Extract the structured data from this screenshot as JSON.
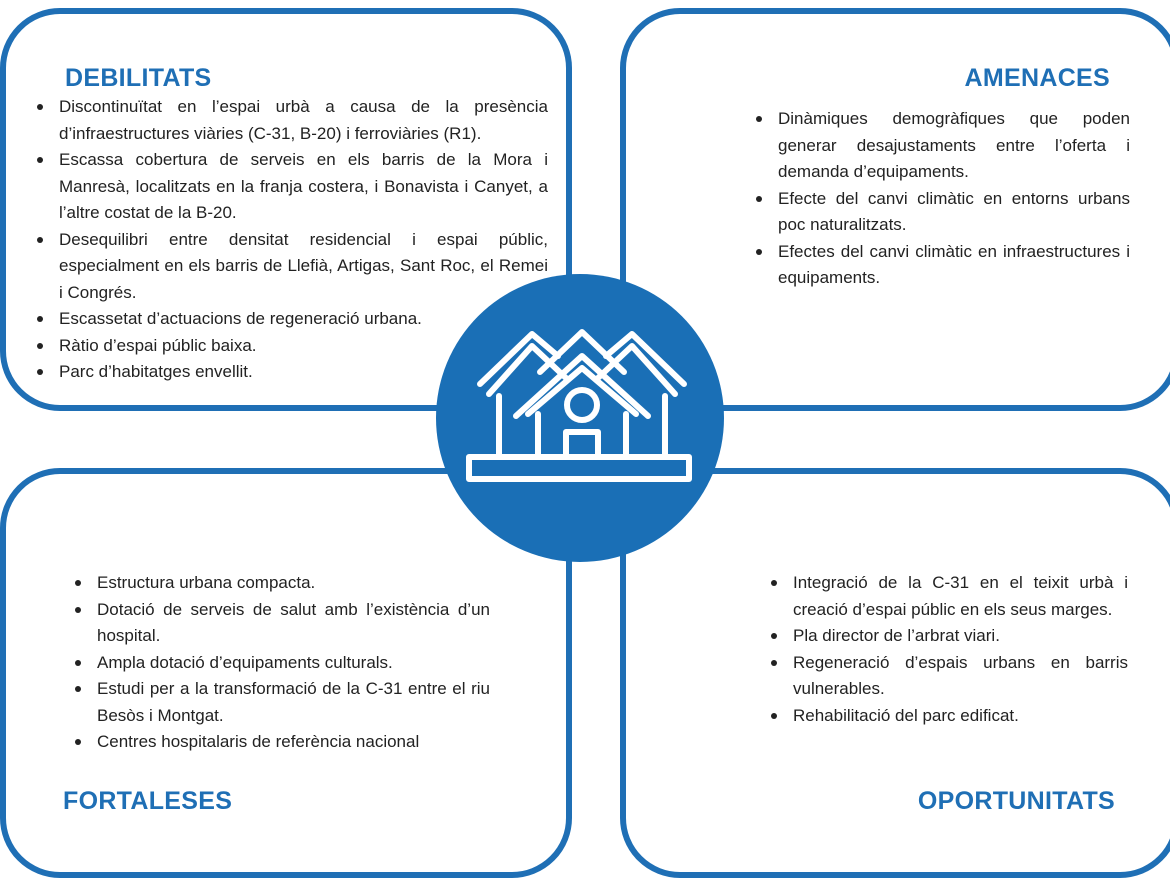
{
  "colors": {
    "accent": "#1f6fb5",
    "circle": "#1a6fb6",
    "text": "#222222"
  },
  "center_icon": "houses-icon",
  "debilitats": {
    "title": "DEBILITATS",
    "items": [
      "Discontinuïtat en l’espai urbà a causa de la presència d’infraestructures viàries (C-31, B-20) i ferroviàries (R1).",
      "Escassa cobertura de serveis en els barris de la Mora i Manresà, localitzats en la franja costera, i Bonavista i Canyet, a l’altre costat de la B-20.",
      "Desequilibri entre densitat residencial i espai públic, especialment en els barris de Llefià, Artigas, Sant Roc, el Remei i Congrés.",
      "Escassetat d’actuacions de regeneració urbana.",
      "Ràtio d’espai públic baixa.",
      "Parc d’habitatges envellit."
    ]
  },
  "amenaces": {
    "title": "AMENACES",
    "items": [
      "Dinàmiques demogràfiques que poden generar desajustaments entre l’oferta i demanda d’equipaments.",
      "Efecte del canvi climàtic en entorns urbans poc naturalitzats.",
      "Efectes del canvi climàtic en infraestructures i equipaments."
    ]
  },
  "fortaleses": {
    "title": "FORTALESES",
    "items": [
      "Estructura urbana compacta.",
      "Dotació de serveis de salut amb l’existència d’un hospital.",
      "Ampla dotació d’equipaments culturals.",
      "Estudi per a la transformació de la C-31 entre el riu Besòs i Montgat.",
      "Centres hospitalaris de referència nacional"
    ]
  },
  "oportunitats": {
    "title": "OPORTUNITATS",
    "items": [
      "Integració de la C-31 en el teixit urbà i creació d’espai públic en els seus marges.",
      "Pla director de l’arbrat viari.",
      "Regeneració d’espais urbans en barris vulnerables.",
      "Rehabilitació del parc edificat."
    ]
  }
}
